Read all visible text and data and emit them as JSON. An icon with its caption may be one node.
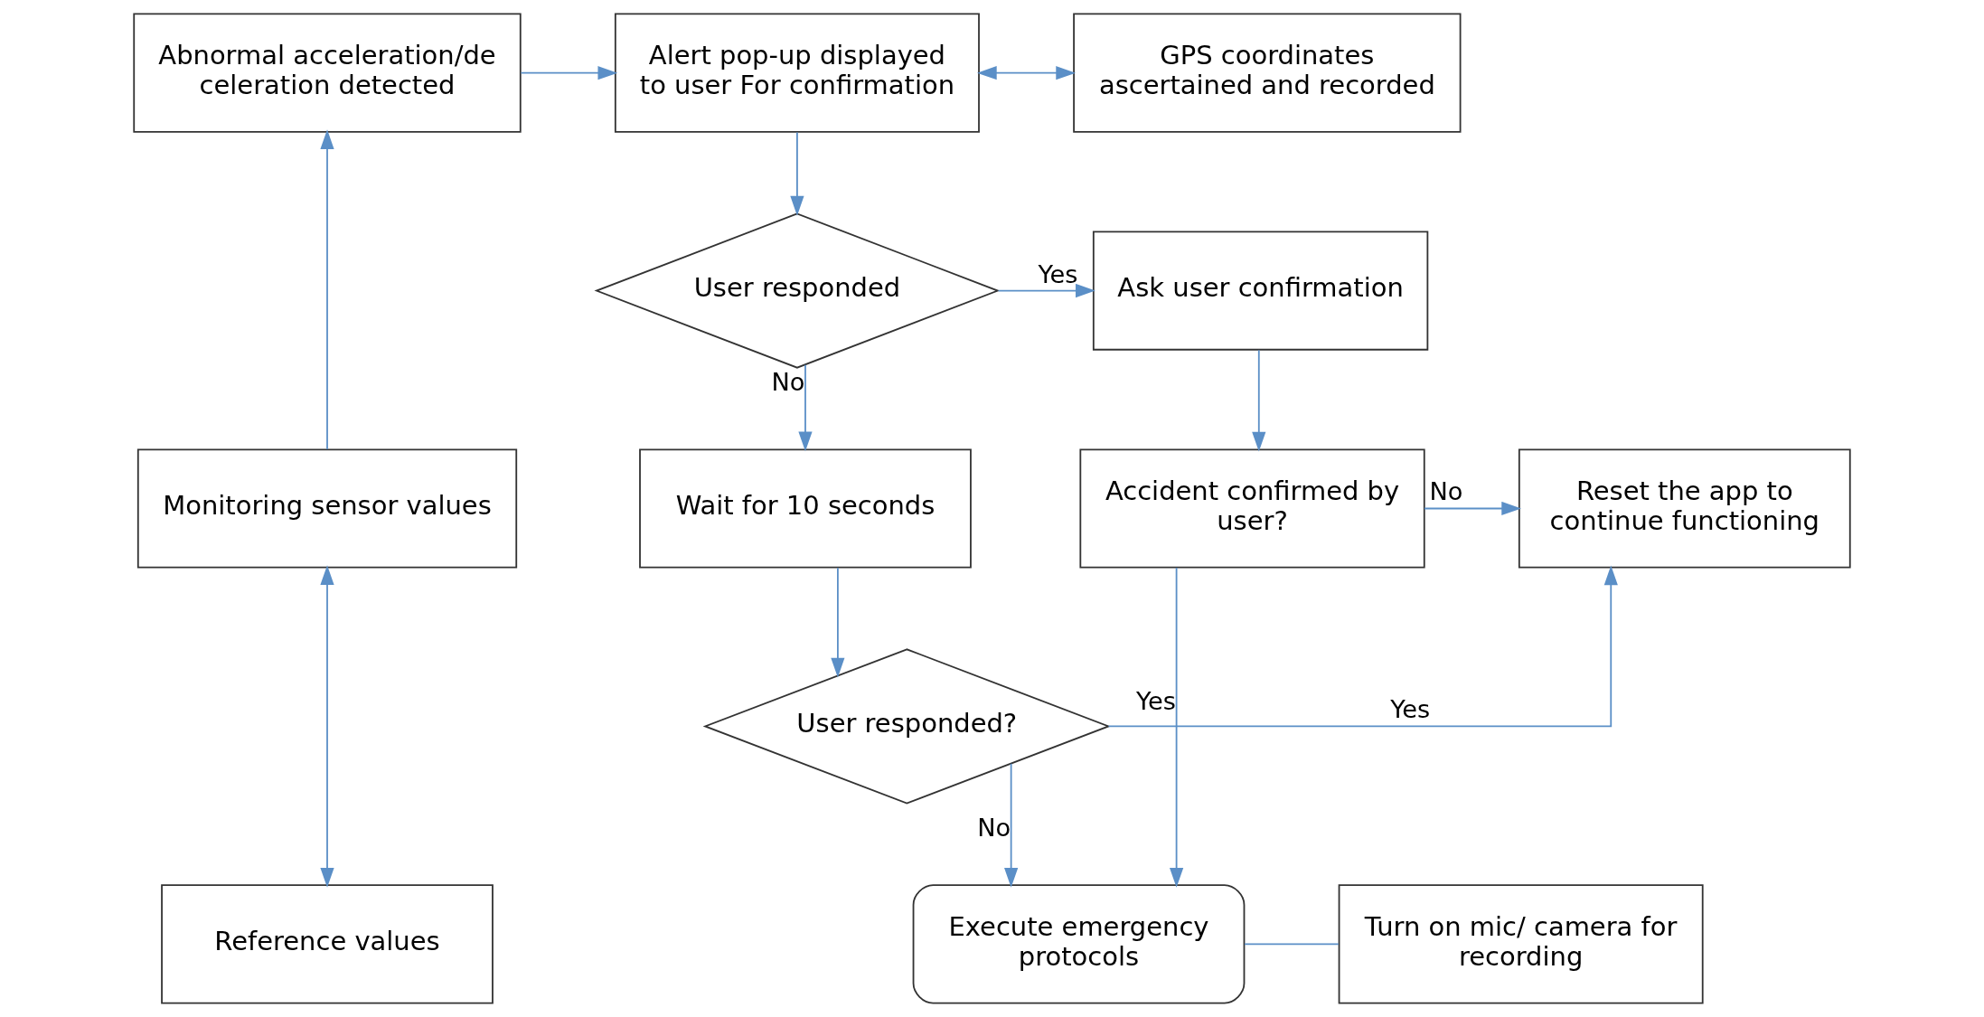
{
  "diagram": {
    "nodes": [
      {
        "text": [
          "Abnormal acceleration/deceleration detected"
        ]
      },
      {
        "text": [
          "Alert pop-up displayed to user For confirmation"
        ]
      },
      {
        "text": [
          "GPS coordinates ascertained and recorded"
        ]
      },
      {
        "text": [
          "User responded"
        ]
      },
      {
        "text": [
          "Ask user confirmation"
        ]
      },
      {
        "text": [
          "Monitoring sensor values"
        ]
      },
      {
        "text": [
          "Wait for 10 seconds"
        ]
      },
      {
        "text": [
          "Reset the app to continue functioning"
        ]
      },
      {
        "text": [
          "Accident confirmed by user?"
        ]
      },
      {
        "text": [
          "User responded?"
        ]
      },
      {
        "text": [
          "Reference values"
        ]
      },
      {
        "text": [
          "Execute emergency protocols"
        ]
      },
      {
        "text": [
          "Turn on mic/ camera for recording"
        ]
      }
    ],
    "edges": [
      {
        "from": 0,
        "to": 1,
        "arrow": "to"
      },
      {
        "from": 1,
        "to": 2,
        "arrow": "both"
      },
      {
        "from": 1,
        "to": 3,
        "arrow": "to"
      },
      {
        "from": 3,
        "to": 4,
        "arrow": "to",
        "label": "Yes"
      },
      {
        "from": 3,
        "to": 6,
        "arrow": "to",
        "label": "No"
      },
      {
        "from": 4,
        "to": 8,
        "arrow": "to"
      },
      {
        "from": 8,
        "to": 7,
        "arrow": "to",
        "label": "No"
      },
      {
        "from": 8,
        "to": 11,
        "arrow": "to",
        "label": "Yes"
      },
      {
        "from": 6,
        "to": 9,
        "arrow": "to"
      },
      {
        "from": 9,
        "to": 7,
        "arrow": "to",
        "label": "Yes"
      },
      {
        "from": 9,
        "to": 11,
        "arrow": "to",
        "label": "No"
      },
      {
        "from": 5,
        "to": 0,
        "arrow": "to"
      },
      {
        "from": 5,
        "to": 10,
        "arrow": "both"
      },
      {
        "from": 11,
        "to": 12,
        "arrow": "none"
      }
    ]
  }
}
